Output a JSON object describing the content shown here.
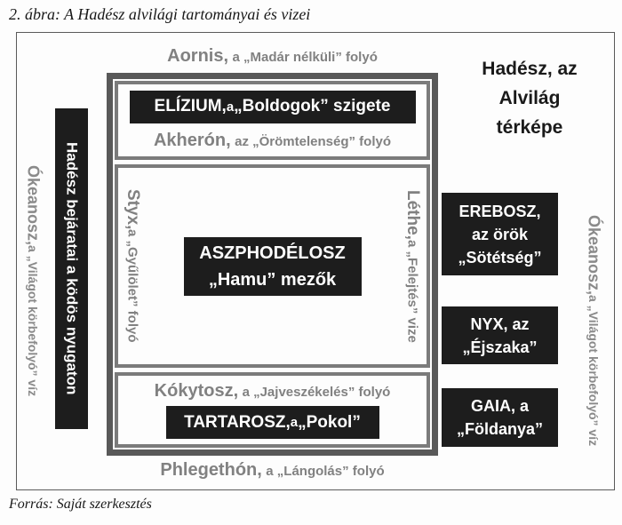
{
  "figure": {
    "caption": "2. ábra: A Hadész alvilági tartományai és vizei",
    "source": "Forrás: Saját szerkesztés"
  },
  "map_title": {
    "line1": "Hadész, az",
    "line2": "Alvilág",
    "line3": "térképe"
  },
  "outer_labels": {
    "aornis": {
      "name": "Aornis,",
      "desc": "a „Madár nélküli” folyó"
    },
    "phlegethon": {
      "name": "Phlegethón,",
      "desc": "a „Lángolás” folyó"
    },
    "okeanosz_left": {
      "name": "Ókeanosz,",
      "desc": "a „Világot körbefolyó” víz"
    },
    "okeanosz_right": {
      "name": "Ókeanosz,",
      "desc": "a „Világot körbefolyó” víz"
    },
    "hades_gate": "Hadész bejáratai a ködös nyugaton"
  },
  "regions": {
    "elizium": {
      "name": "ELÍZIUM,",
      "particle": " a ",
      "desc": "„Boldogok” szigete"
    },
    "akheron": {
      "name": "Akherón,",
      "desc": "az „Örömtelenség” folyó"
    },
    "styx": {
      "name": "Styx,",
      "desc": "a „Gyűlölet” folyó"
    },
    "lethe": {
      "name": "Léthe,",
      "desc": "a „Felejtés” vize"
    },
    "aszphodelosz": {
      "line1": "ASZPHODÉLOSZ",
      "line2": "„Hamu” mezők"
    },
    "kokytosz": {
      "name": "Kókytosz,",
      "desc": "a „Jajveszékelés” folyó"
    },
    "tartarosz": {
      "name": "TARTAROSZ,",
      "particle": " a ",
      "desc": "„Pokol”"
    },
    "erebosz": {
      "line1": "EREBOSZ,",
      "line2": "az örök",
      "line3": "„Sötétség”"
    },
    "nyx": {
      "line1": "NYX, az",
      "line2": "„Éjszaka”"
    },
    "gaia": {
      "line1": "GAIA, a",
      "line2": "„Földanya”"
    }
  },
  "colors": {
    "box_black": "#1d1d1d",
    "gray_text": "#818181",
    "border_outer": "#595959",
    "border_inner": "#7b7b7b",
    "frame_line": "#5a5a5a"
  }
}
